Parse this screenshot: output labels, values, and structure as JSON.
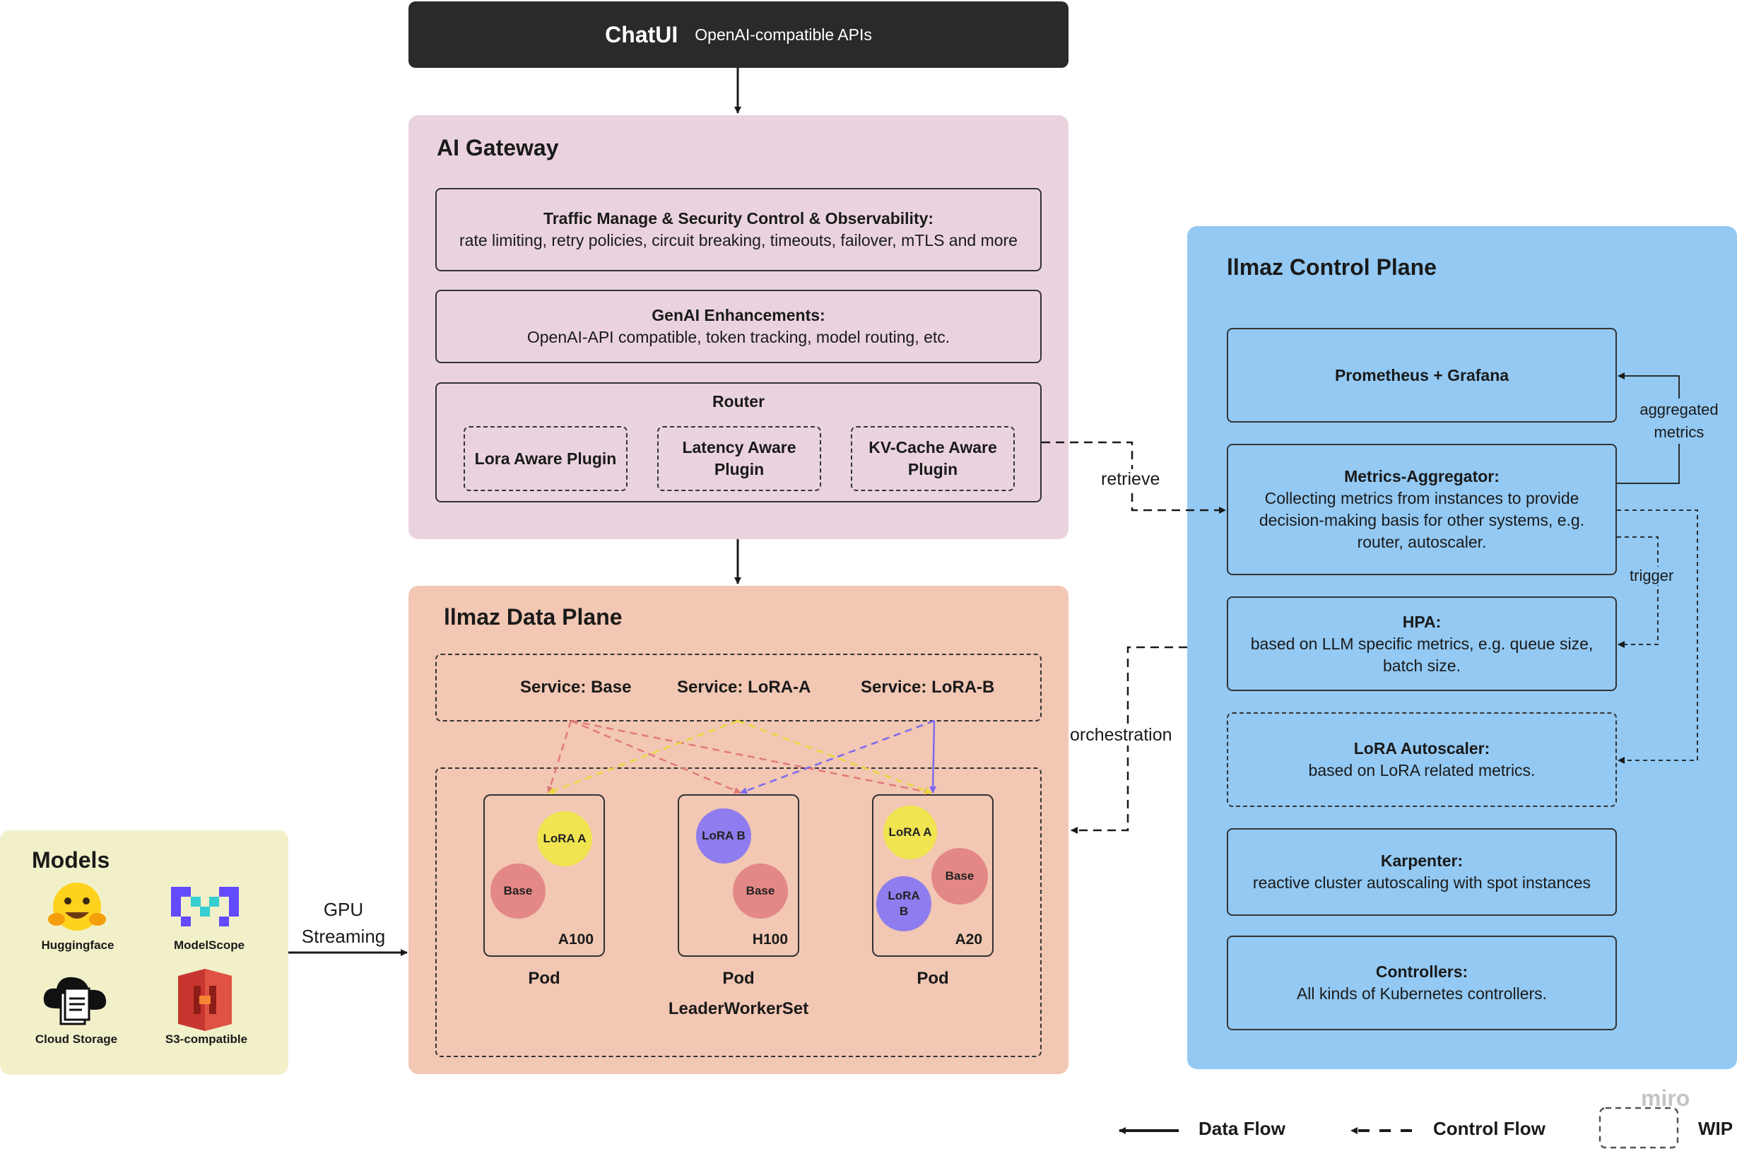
{
  "chatui": {
    "title": "ChatUI",
    "subtitle": "OpenAI-compatible APIs"
  },
  "gateway": {
    "title": "AI Gateway",
    "traffic": {
      "title": "Traffic Manage & Security Control & Observability:",
      "desc": "rate limiting, retry policies, circuit breaking, timeouts, failover, mTLS and more"
    },
    "genai": {
      "title": "GenAI Enhancements:",
      "desc": "OpenAI-API compatible, token tracking, model routing, etc."
    },
    "router": {
      "title": "Router",
      "plugins": [
        "Lora Aware Plugin",
        "Latency Aware Plugin",
        "KV-Cache Aware Plugin"
      ]
    }
  },
  "data_plane": {
    "title": "llmaz Data Plane",
    "services": [
      "Service: Base",
      "Service: LoRA-A",
      "Service: LoRA-B"
    ],
    "pods": [
      {
        "gpu": "A100",
        "label": "Pod",
        "nodes": [
          "LoRA A",
          "Base"
        ]
      },
      {
        "gpu": "H100",
        "label": "Pod",
        "nodes": [
          "LoRA B",
          "Base"
        ]
      },
      {
        "gpu": "A20",
        "label": "Pod",
        "nodes": [
          "LoRA A",
          "Base",
          "LoRA B"
        ]
      }
    ],
    "group_label": "LeaderWorkerSet"
  },
  "models": {
    "title": "Models",
    "items": [
      {
        "label": "Huggingface",
        "icon": "huggingface-icon"
      },
      {
        "label": "ModelScope",
        "icon": "modelscope-icon"
      },
      {
        "label": "Cloud Storage",
        "icon": "cloud-storage-icon"
      },
      {
        "label": "S3-compatible",
        "icon": "s3-icon"
      }
    ]
  },
  "control_plane": {
    "title": "llmaz Control Plane",
    "prometheus": {
      "title": "Prometheus + Grafana"
    },
    "aggregator": {
      "title": "Metrics-Aggregator:",
      "desc": "Collecting metrics from instances to provide decision-making basis for other systems, e.g. router, autoscaler."
    },
    "hpa": {
      "title": "HPA:",
      "desc": "based on LLM specific metrics, e.g. queue size, batch size."
    },
    "lora_autoscaler": {
      "title": "LoRA Autoscaler:",
      "desc": "based on LoRA related metrics."
    },
    "karpenter": {
      "title": "Karpenter:",
      "desc": "reactive cluster autoscaling with spot instances"
    },
    "controllers": {
      "title": "Controllers:",
      "desc": "All kinds of Kubernetes controllers."
    }
  },
  "edge_labels": {
    "aggregated_metrics": "aggregated metrics",
    "retrieve": "retrieve",
    "trigger": "trigger",
    "orchestration": "orchestration",
    "gpu_streaming": "GPU Streaming"
  },
  "legend": {
    "data_flow": "Data Flow",
    "control_flow": "Control Flow",
    "wip": "WIP"
  },
  "watermark": "miro",
  "colors": {
    "chatui_bg": "#2b2a29",
    "gateway_bg": "#ead3df",
    "data_plane_bg": "#f2c7b3",
    "control_plane_bg": "#93c9f3",
    "models_bg": "#f1f0c9",
    "lora_a": "#f0e451",
    "lora_b": "#8f7cee",
    "base": "#e38886"
  }
}
